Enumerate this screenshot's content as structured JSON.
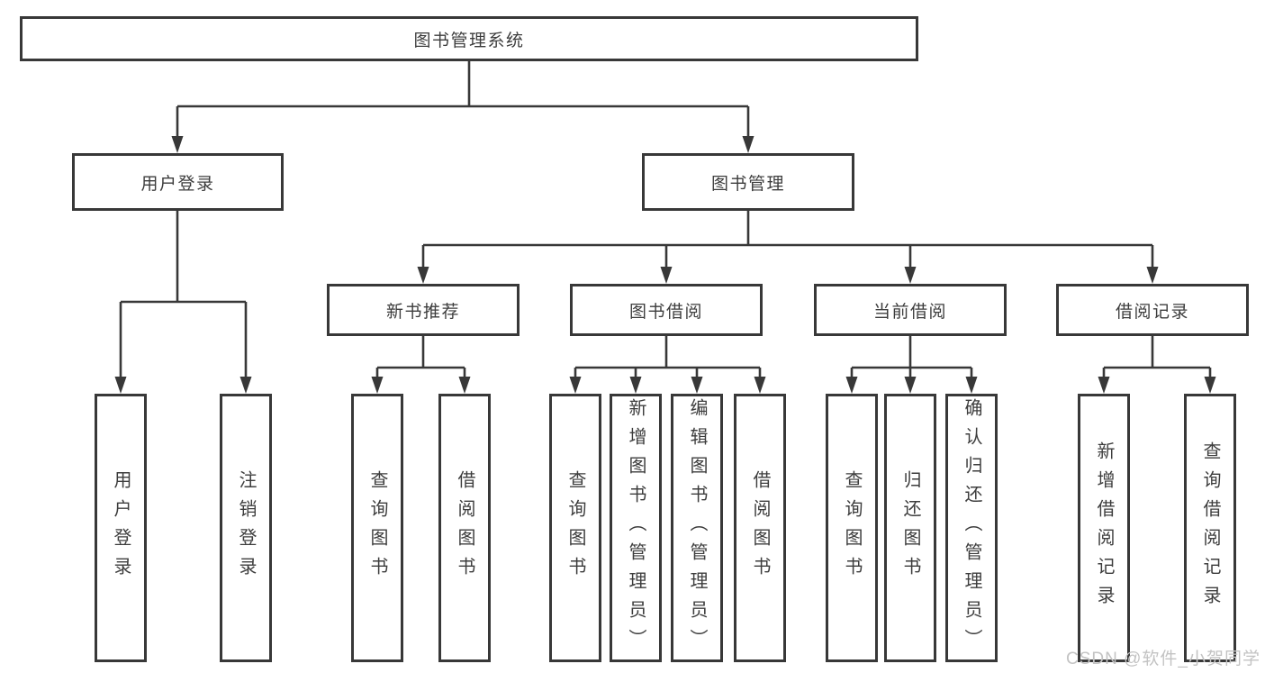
{
  "diagram": {
    "tree": {
      "label": "图书管理系统",
      "children": [
        {
          "label": "用户登录",
          "children": [
            {
              "label": "用户登录"
            },
            {
              "label": "注销登录"
            }
          ]
        },
        {
          "label": "图书管理",
          "children": [
            {
              "label": "新书推荐",
              "children": [
                {
                  "label": "查询图书"
                },
                {
                  "label": "借阅图书"
                }
              ]
            },
            {
              "label": "图书借阅",
              "children": [
                {
                  "label": "查询图书"
                },
                {
                  "label": "新增图书（管理员）"
                },
                {
                  "label": "编辑图书（管理员）"
                },
                {
                  "label": "借阅图书"
                }
              ]
            },
            {
              "label": "当前借阅",
              "children": [
                {
                  "label": "查询图书"
                },
                {
                  "label": "归还图书"
                },
                {
                  "label": "确认归还（管理员）"
                }
              ]
            },
            {
              "label": "借阅记录",
              "children": [
                {
                  "label": "新增借阅记录"
                },
                {
                  "label": "查询借阅记录"
                }
              ]
            }
          ]
        }
      ]
    },
    "colors": {
      "line": "#383838",
      "box_border": "#383838",
      "text": "#3d3d3d",
      "background": "#ffffff",
      "watermark": "#c3c3c3"
    }
  },
  "watermark": {
    "text": "CSDN @软件_小贺同学"
  }
}
